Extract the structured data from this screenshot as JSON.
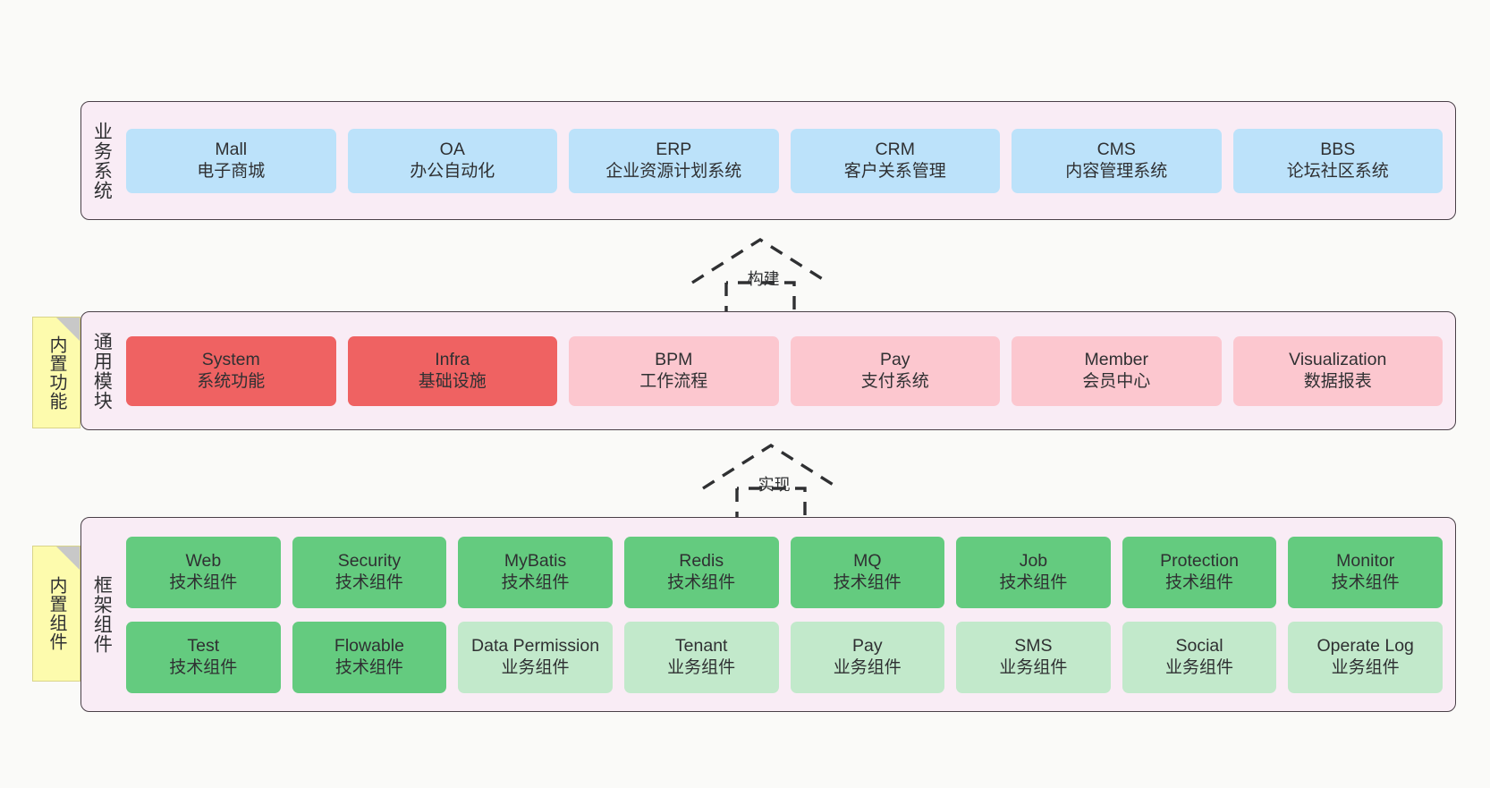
{
  "diagram": {
    "background_color": "#fafaf8",
    "layer_fill": "#f9ecf5",
    "layer_border": "#4a4048",
    "note_fill": "#fdfbad",
    "colors": {
      "business_node": "#bce2fa",
      "module_highlight": "#ef6262",
      "module_normal": "#fcc7cf",
      "tech_component": "#64cb7f",
      "biz_component": "#c2e9cb"
    }
  },
  "layers": {
    "business": {
      "title": "业务系统",
      "nodes": [
        {
          "en": "Mall",
          "cn": "电子商城"
        },
        {
          "en": "OA",
          "cn": "办公自动化"
        },
        {
          "en": "ERP",
          "cn": "企业资源计划系统"
        },
        {
          "en": "CRM",
          "cn": "客户关系管理"
        },
        {
          "en": "CMS",
          "cn": "内容管理系统"
        },
        {
          "en": "BBS",
          "cn": "论坛社区系统"
        }
      ]
    },
    "common": {
      "title": "通用模块",
      "note": "内置功能",
      "nodes": [
        {
          "en": "System",
          "cn": "系统功能",
          "style": "c-red"
        },
        {
          "en": "Infra",
          "cn": "基础设施",
          "style": "c-red"
        },
        {
          "en": "BPM",
          "cn": "工作流程",
          "style": "c-pink"
        },
        {
          "en": "Pay",
          "cn": "支付系统",
          "style": "c-pink"
        },
        {
          "en": "Member",
          "cn": "会员中心",
          "style": "c-pink"
        },
        {
          "en": "Visualization",
          "cn": "数据报表",
          "style": "c-pink"
        }
      ]
    },
    "framework": {
      "title": "框架组件",
      "note": "内置组件",
      "row1": [
        {
          "en": "Web",
          "cn": "技术组件",
          "style": "c-green"
        },
        {
          "en": "Security",
          "cn": "技术组件",
          "style": "c-green"
        },
        {
          "en": "MyBatis",
          "cn": "技术组件",
          "style": "c-green"
        },
        {
          "en": "Redis",
          "cn": "技术组件",
          "style": "c-green"
        },
        {
          "en": "MQ",
          "cn": "技术组件",
          "style": "c-green"
        },
        {
          "en": "Job",
          "cn": "技术组件",
          "style": "c-green"
        },
        {
          "en": "Protection",
          "cn": "技术组件",
          "style": "c-green"
        },
        {
          "en": "Monitor",
          "cn": "技术组件",
          "style": "c-green"
        }
      ],
      "row2": [
        {
          "en": "Test",
          "cn": "技术组件",
          "style": "c-green"
        },
        {
          "en": "Flowable",
          "cn": "技术组件",
          "style": "c-green"
        },
        {
          "en": "Data Permission",
          "cn": "业务组件",
          "style": "c-lightgreen"
        },
        {
          "en": "Tenant",
          "cn": "业务组件",
          "style": "c-lightgreen"
        },
        {
          "en": "Pay",
          "cn": "业务组件",
          "style": "c-lightgreen"
        },
        {
          "en": "SMS",
          "cn": "业务组件",
          "style": "c-lightgreen"
        },
        {
          "en": "Social",
          "cn": "业务组件",
          "style": "c-lightgreen"
        },
        {
          "en": "Operate Log",
          "cn": "业务组件",
          "style": "c-lightgreen"
        }
      ]
    }
  },
  "arrows": {
    "build": {
      "label": "构建"
    },
    "implement": {
      "label": "实现"
    }
  }
}
